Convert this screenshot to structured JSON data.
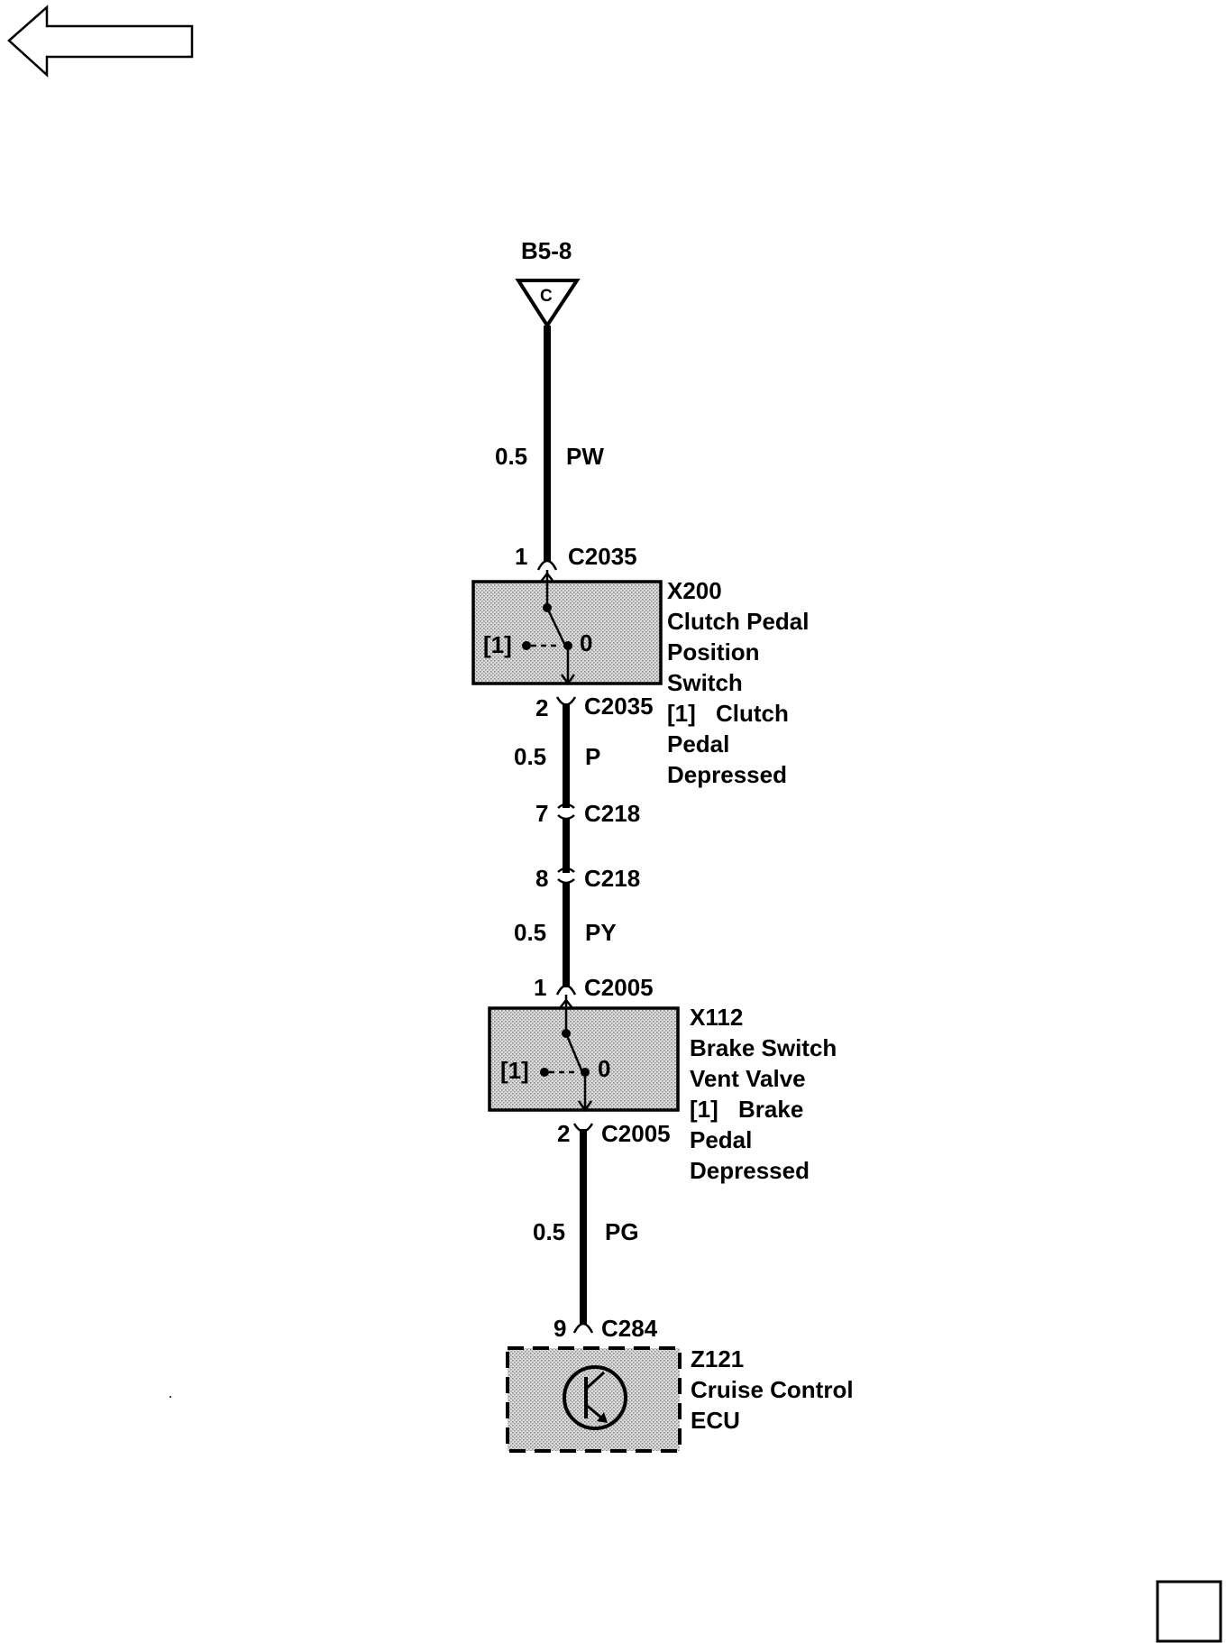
{
  "source": {
    "ref": "B5-8",
    "terminal_letter": "C"
  },
  "wires": [
    {
      "gauge": "0.5",
      "color": "PW"
    },
    {
      "gauge": "0.5",
      "color": "P"
    },
    {
      "gauge": "0.5",
      "color": "PY"
    },
    {
      "gauge": "0.5",
      "color": "PG"
    }
  ],
  "connectors": {
    "c2035_top": {
      "pin": "1",
      "name": "C2035"
    },
    "c2035_bottom": {
      "pin": "2",
      "name": "C2035"
    },
    "c218_a": {
      "pin": "7",
      "name": "C218"
    },
    "c218_b": {
      "pin": "8",
      "name": "C218"
    },
    "c2005_top": {
      "pin": "1",
      "name": "C2005"
    },
    "c2005_bottom": {
      "pin": "2",
      "name": "C2005"
    },
    "c284": {
      "pin": "9",
      "name": "C284"
    }
  },
  "components": {
    "x200": {
      "id": "X200",
      "lines": [
        "Clutch Pedal",
        "Position",
        "Switch"
      ],
      "note_key": "[1]",
      "note_lines": [
        "Clutch",
        "Pedal",
        "Depressed"
      ],
      "pos_label": "[1]",
      "zero_label": "0"
    },
    "x112": {
      "id": "X112",
      "lines": [
        "Brake Switch",
        "Vent Valve"
      ],
      "note_key": "[1]",
      "note_lines": [
        "Brake",
        "Pedal",
        "Depressed"
      ],
      "pos_label": "[1]",
      "zero_label": "0"
    },
    "z121": {
      "id": "Z121",
      "lines": [
        "Cruise Control",
        "ECU"
      ]
    }
  },
  "nav": {
    "back_icon": "left-arrow-icon"
  },
  "colors": {
    "ink": "#000000",
    "stipple": "#c8c8c8"
  }
}
